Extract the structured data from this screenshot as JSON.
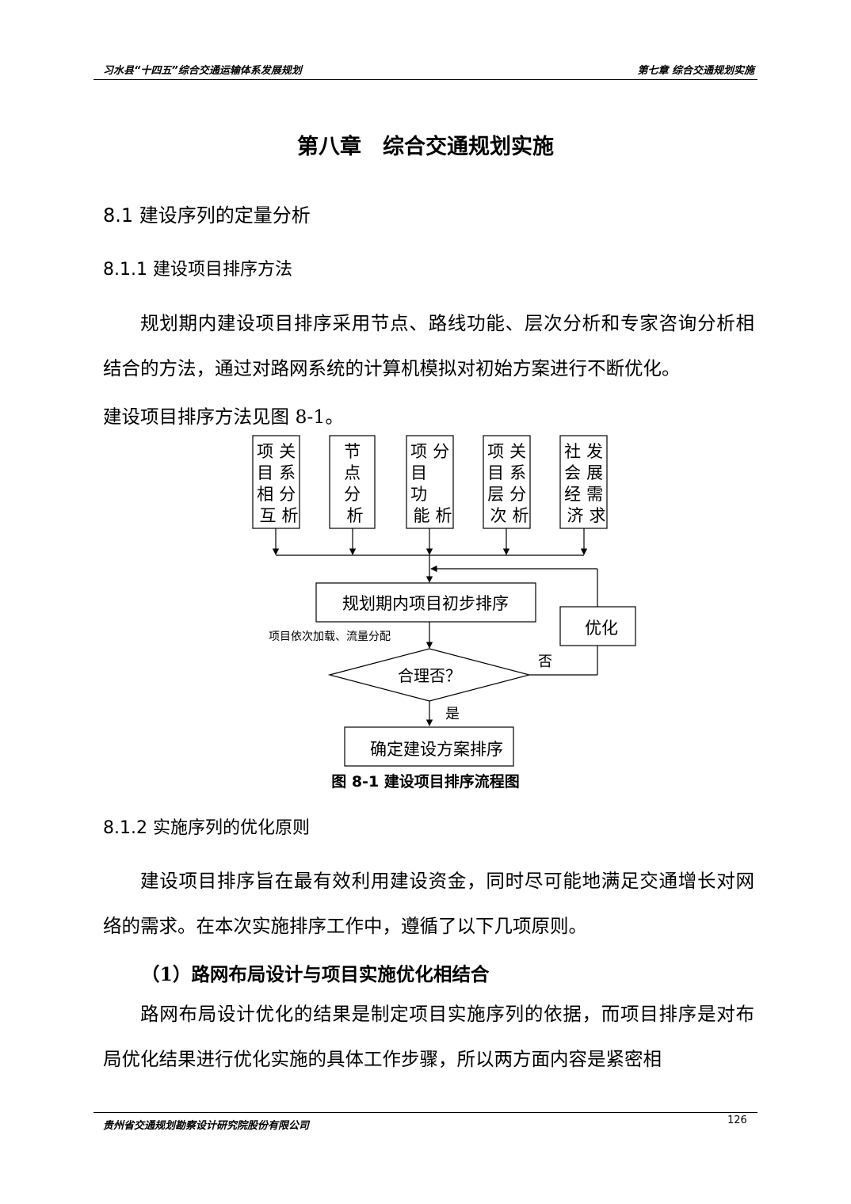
{
  "header": {
    "left": "习水县“十四五”综合交通运输体系发展规划",
    "right": "第七章 综合交通规划实施"
  },
  "chapter_title": "第八章　综合交通规划实施",
  "section_8_1": "8.1  建设序列的定量分析",
  "section_8_1_1": "8.1.1  建设项目排序方法",
  "para1": "规划期内建设项目排序采用节点、路线功能、层次分析和专家咨询分析相结合的方法，通过对路网系统的计算机模拟对初始方案进行不断优化。",
  "para1_tail": "建设项目排序方法见图 8-1。",
  "flowchart": {
    "inputs": [
      {
        "col1": [
          "项",
          "目",
          "相",
          "互"
        ],
        "col2": [
          "关",
          "系",
          "分",
          "析"
        ]
      },
      {
        "col1": [],
        "col2": [
          "节",
          "点",
          "分",
          "析"
        ]
      },
      {
        "col1": [
          "项",
          "目",
          "功",
          "能"
        ],
        "col2": [
          "分",
          "",
          "",
          "析"
        ]
      },
      {
        "col1": [
          "项",
          "目",
          "层",
          "次"
        ],
        "col2": [
          "关",
          "系",
          "分",
          "析"
        ]
      },
      {
        "col1": [
          "社",
          "会",
          "经",
          "济"
        ],
        "col2": [
          "发",
          "展",
          "需",
          "求"
        ]
      }
    ],
    "initial_sort": "规划期内项目初步排序",
    "load_note": "项目依次加载、流量分配",
    "decision": "合理否？",
    "no_label": "否",
    "yes_label": "是",
    "optimize": "优化",
    "final": "确定建设方案排序"
  },
  "figure_caption": "图 8-1  建设项目排序流程图",
  "section_8_1_2": "8.1.2  实施序列的优化原则",
  "para2": "建设项目排序旨在最有效利用建设资金，同时尽可能地满足交通增长对网络的需求。在本次实施排序工作中，遵循了以下几项原则。",
  "principle1": "（1）路网布局设计与项目实施优化相结合",
  "para3": "路网布局设计优化的结果是制定项目实施序列的依据，而项目排序是对布局优化结果进行优化实施的具体工作步骤，所以两方面内容是紧密相",
  "footer": {
    "left": "贵州省交通规划勘察设计研究院股份有限公司",
    "page": "126"
  }
}
